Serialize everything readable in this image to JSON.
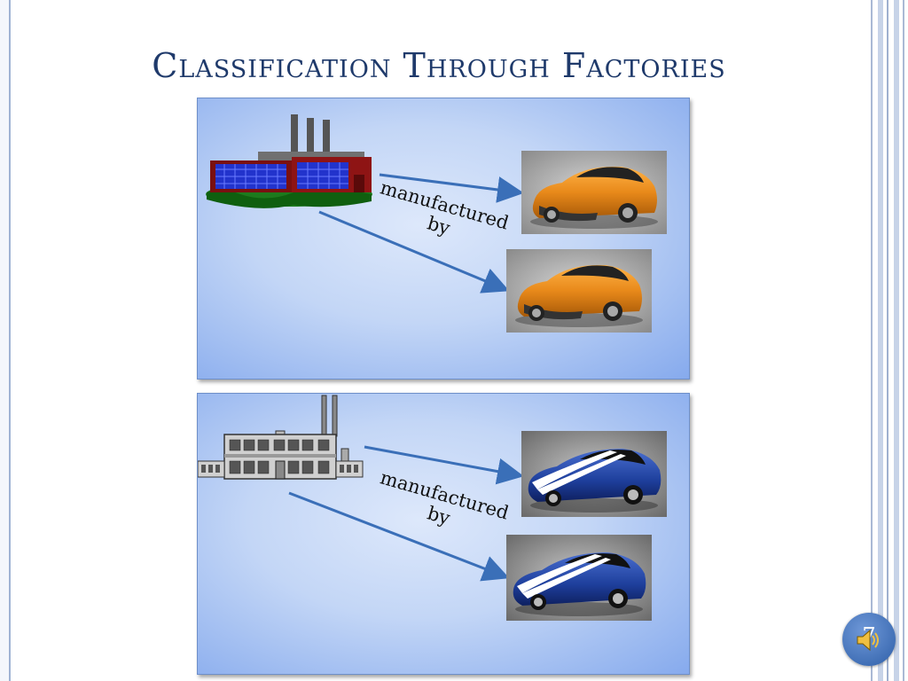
{
  "slide": {
    "title": "Classification Through Factories",
    "page_number": "7"
  },
  "panels": [
    {
      "factory_icon": "red-blue-factory-icon",
      "arrow_label": "manufactured by",
      "arrow_label_line1": "manufactured",
      "arrow_label_line2": "by",
      "car_icon": "orange-sports-car-image",
      "car_color": "#e8891a"
    },
    {
      "factory_icon": "gray-office-factory-icon",
      "arrow_label": "manufactured by",
      "arrow_label_line1": "manufactured",
      "arrow_label_line2": "by",
      "car_icon": "blue-striped-sports-car-image",
      "car_color": "#1e3f9c"
    }
  ],
  "colors": {
    "title": "#1f3a6b",
    "arrow": "#3a6fb8",
    "panel_edge": "#86aaed"
  },
  "sound_icon": "speaker-icon"
}
